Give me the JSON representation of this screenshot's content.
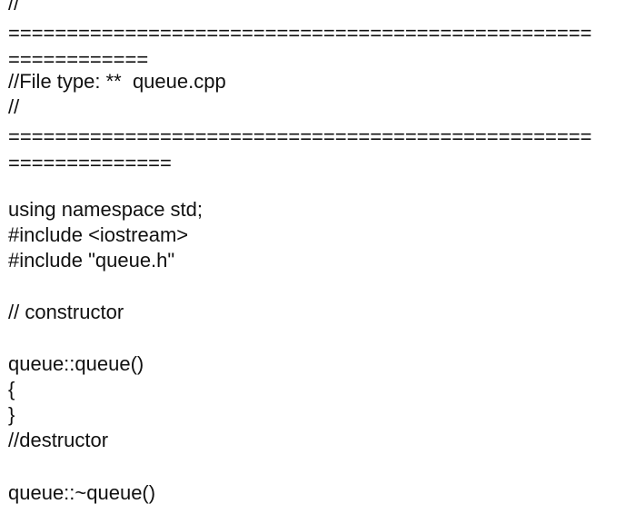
{
  "document": {
    "lines": [
      "//",
      "==================================================",
      "============",
      "//File type: **  queue.cpp",
      "//",
      "==================================================",
      "==============",
      "",
      "using namespace std;",
      "#include <iostream>",
      "#include \"queue.h\"",
      "",
      "// constructor",
      "",
      "queue::queue()",
      "{",
      "}",
      "//destructor",
      "",
      "queue::~queue()"
    ]
  }
}
